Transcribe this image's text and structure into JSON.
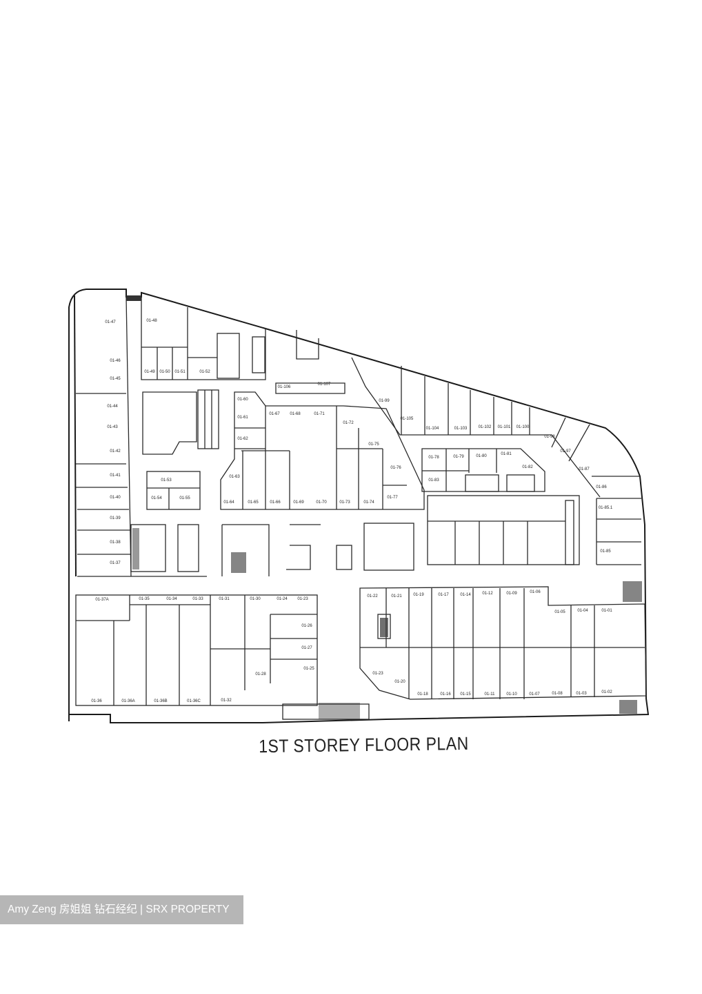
{
  "document": {
    "title": "1ST STOREY FLOOR PLAN",
    "watermark": "Amy Zeng 房姐姐 钻石经纪 | SRX PROPERTY"
  },
  "units": [
    "01-47",
    "01-46",
    "01-45",
    "01-44",
    "01-43",
    "01-42",
    "01-41",
    "01-40",
    "01-39",
    "01-38",
    "01-37",
    "01-48",
    "01-49",
    "01-50",
    "01-51",
    "01-52",
    "01-106",
    "01-107",
    "01-99",
    "01-105",
    "01-104",
    "01-103",
    "01-102",
    "01-101",
    "01-100",
    "01-98",
    "01-97",
    "01-87",
    "01-86",
    "01-85.1",
    "01-60",
    "01-61",
    "01-62",
    "01-67",
    "01-68",
    "01-71",
    "01-72",
    "01-63",
    "01-64",
    "01-65",
    "01-66",
    "01-69",
    "01-70",
    "01-73",
    "01-74",
    "01-77",
    "01-75",
    "01-76",
    "01-53",
    "01-54",
    "01-55",
    "01-78",
    "01-79",
    "01-80",
    "01-81",
    "01-82",
    "01-83",
    "01-85",
    "01-37A",
    "01-35",
    "01-34",
    "01-33",
    "01-31",
    "01-30",
    "01-24",
    "01-23",
    "01-26",
    "01-27",
    "01-25",
    "01-28",
    "01-36",
    "01-36A",
    "01-36B",
    "01-36C",
    "01-32",
    "01-22",
    "01-21",
    "01-19",
    "01-17",
    "01-14",
    "01-12",
    "01-09",
    "01-06",
    "01-05",
    "01-04",
    "01-01",
    "01-23",
    "01-20",
    "01-18",
    "01-16",
    "01-15",
    "01-11",
    "01-10",
    "01-07",
    "01-08",
    "01-03",
    "01-02"
  ]
}
